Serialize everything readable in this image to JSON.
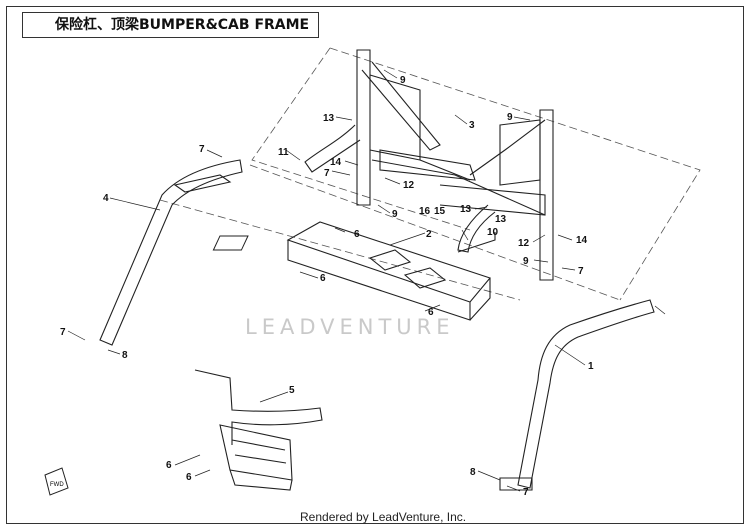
{
  "title": "保险杠、顶梁BUMPER&CAB FRAME",
  "watermark": "LEADVENTURE",
  "credit": "Rendered by LeadVenture, Inc.",
  "fwd_label": "FWD",
  "callouts": [
    "9",
    "3",
    "9",
    "13",
    "7",
    "11",
    "14",
    "7",
    "12",
    "9",
    "16",
    "15",
    "13",
    "13",
    "10",
    "4",
    "6",
    "2",
    "12",
    "14",
    "9",
    "7",
    "6",
    "6",
    "7",
    "8",
    "5",
    "1",
    "6",
    "6",
    "8",
    "7"
  ]
}
